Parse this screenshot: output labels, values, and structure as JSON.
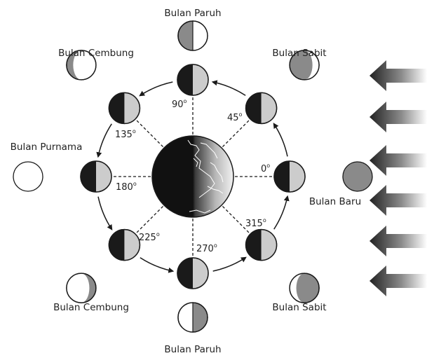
{
  "diagram": {
    "colors": {
      "dark": "#1a1a1a",
      "lit": "#cccccc",
      "shadow_view": "#8a8a8a",
      "line": "#1a1a1a",
      "background": "#ffffff"
    },
    "earth": {
      "icon": "earth-globe-icon"
    },
    "angles": [
      {
        "value": "0",
        "unit": "o"
      },
      {
        "value": "45",
        "unit": "o"
      },
      {
        "value": "90",
        "unit": "o"
      },
      {
        "value": "135",
        "unit": "o"
      },
      {
        "value": "180",
        "unit": "o"
      },
      {
        "value": "225",
        "unit": "o"
      },
      {
        "value": "270",
        "unit": "o"
      },
      {
        "value": "315",
        "unit": "o"
      }
    ],
    "phases": [
      {
        "angle": 0,
        "label": "Bulan Baru"
      },
      {
        "angle": 45,
        "label": "Bulan Sabit"
      },
      {
        "angle": 90,
        "label": "Bulan Paruh"
      },
      {
        "angle": 135,
        "label": "Bulan Cembung"
      },
      {
        "angle": 180,
        "label": "Bulan Purnama"
      },
      {
        "angle": 225,
        "label": "Bulan Cembung"
      },
      {
        "angle": 270,
        "label": "Bulan Paruh"
      },
      {
        "angle": 315,
        "label": "Bulan Sabit"
      }
    ],
    "sunlight": {
      "icon": "sunlight-arrow-icon",
      "count": 6
    }
  }
}
